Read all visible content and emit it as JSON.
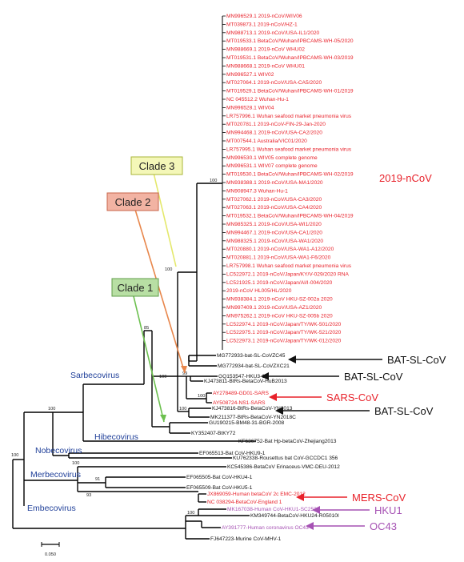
{
  "colors": {
    "ncov": "#e8212a",
    "bat": "#111111",
    "sars": "#e8212a",
    "mers": "#e8212a",
    "hku1": "#a652b4",
    "oc43": "#a652b4",
    "genus": "#1f3f99",
    "clade3_fill": "#f4f7b8",
    "clade3_border": "#a9b53a",
    "clade3_arrow": "#e4e86b",
    "clade2_fill": "#f2b3a3",
    "clade2_border": "#c8664b",
    "clade2_arrow": "#e8864b",
    "clade1_fill": "#b8dfa4",
    "clade1_border": "#5f9c48",
    "clade1_arrow": "#6cc04f"
  },
  "clades": {
    "clade3": "Clade 3",
    "clade2": "Clade 2",
    "clade1": "Clade 1"
  },
  "group_labels": {
    "ncov": "2019-nCoV",
    "bat1": "BAT-SL-CoV",
    "bat2": "BAT-SL-CoV",
    "sars": "SARS-CoV",
    "bat3": "BAT-SL-CoV",
    "mers": "MERS-CoV",
    "hku1": "HKU1",
    "oc43": "OC43"
  },
  "genus_labels": {
    "sarbecovirus": "Sarbecovirus",
    "hibecovirus": "Hibecovirus",
    "nobecovirus": "Nobecovirus",
    "merbecovirus": "Merbecovirus",
    "embecovirus": "Embecovirus"
  },
  "bootstrap": {
    "ncov": "100",
    "clade3": "100",
    "n85": "85",
    "n100a": "100",
    "n99": "99",
    "n100b": "100",
    "n100c": "100",
    "n100d": "100",
    "root": "100",
    "merb": "100",
    "n91": "91",
    "n93": "93",
    "n100e": "100"
  },
  "scale_bar": "0.050",
  "leaves_ncov": [
    "MN996529.1 2019-nCoV/WIV06",
    "MT039873.1 2019-nCoV/HZ-1",
    "MN988713.1 2019-nCoV/USA-IL1/2020",
    "MT019533.1 BetaCoV/Wuhan/IPBCAMS-WH-05/2020",
    "MN988669.1 2019-nCoV WHU02",
    "MT019531.1 BetaCoV/Wuhan/IPBCAMS-WH-03/2019",
    "MN988668.1 2019-nCoV WHU01",
    "MN996527.1 WIV02",
    "MT027064.1 2019-nCoV/USA-CA5/2020",
    "MT019529.1 BetaCoV/Wuhan/IPBCAMS-WH-01/2019",
    "NC 045512.2 Wuhan-Hu-1",
    "MN996528.1 WIV04",
    "LR757996.1 Wuhan seafood market pneumonia virus",
    "MT020781.1 2019-nCoV-FIN-29-Jan-2020",
    "MN994468.1 2019-nCoV/USA-CA2/2020",
    "MT007544.1 Australia/VIC01/2020",
    "LR757995.1 Wuhan seafood market pneumonia virus",
    "MN996530.1 WIV05 complete genome",
    "MN996531.1 WIV07 complete genome",
    "MT019530.1 BetaCoV/Wuhan/IPBCAMS-WH-02/2019",
    "MN938388.1 2019-nCoV/USA-MA1/2020",
    "MN908947.3 Wuhan-Hu-1",
    "MT027062.1 2019-nCoV/USA-CA3/2020",
    "MT027063.1 2019-nCoV/USA-CA4/2020",
    "MT019532.1 BetaCoV/Wuhan/IPBCAMS-WH-04/2019",
    "MN985325.1 2019-nCoV/USA-WI1/2020",
    "MN994467.1 2019-nCoV/USA-CA1/2020",
    "MN988325.1 2019-nCoV/USA-WA1/2020",
    "MT020880.1 2019-nCoV/USA-WA1-A12/2020",
    "MT020881.1 2019-nCoV/USA-WA1-F6/2020",
    "LR757998.1 Wuhan seafood market pneumonia virus",
    "LC522972.1 2019-nCoV/Japan/KY/V-029/2020 RNA",
    "LC521925.1 2019-nCoV/Japan/AI/I-004/2020",
    "2019-nCoV HL005/HL/2020",
    "MN938384.1 2019-nCoV HKU-SZ-002a 2020",
    "MN997409.1 2019-nCoV/USA-AZ1/2020",
    "MN975262.1 2019-nCoV HKU-SZ-005b 2020",
    "LC522974.1 2019-nCoV/Japan/TY/WK-501/2020",
    "LC522975.1 2019-nCoV/Japan/TY/WK-521/2020",
    "LC522973.1 2019-nCoV/Japan/TY/WK-012/2020"
  ],
  "leaves_other": [
    {
      "text": "MG772933-bat-SL-CoVZC45",
      "group": "bat"
    },
    {
      "text": "MG772934-bat-SL-CoVZXC21",
      "group": "bat"
    },
    {
      "text": "GQ153547-HKU3-12",
      "group": "bat"
    },
    {
      "text": "KJ473811-BtRs-BetaCoV-HuB2013",
      "group": "bat"
    },
    {
      "text": "AY278489-GD01-SARS",
      "group": "sars"
    },
    {
      "text": "AY508724-NS1-SARS",
      "group": "sars"
    },
    {
      "text": "KJ473816-BtRs-BetaCoV-YN2013",
      "group": "bat"
    },
    {
      "text": "MK211377-BtRs-BetaCoV-YN2018C",
      "group": "bat"
    },
    {
      "text": "GU190215-BM48-31-BGR-2008",
      "group": "bat"
    },
    {
      "text": "KY352407-BtKY72",
      "group": "bat"
    },
    {
      "text": "KF636752-Bat Hp-betaCoV-Zhejiang2013",
      "group": "bat"
    },
    {
      "text": "EF065513-Bat CoV-HKU9-1",
      "group": "bat"
    },
    {
      "text": "KU762338-Rousettus bat CoV-GCCDC1 356",
      "group": "bat"
    },
    {
      "text": "KC545386-BetaCoV Erinaceus-VMC-DEU-2012",
      "group": "bat"
    },
    {
      "text": "EF065505-Bat CoV-HKU4-1",
      "group": "bat"
    },
    {
      "text": "EF065509-Bat CoV-HKU5-1",
      "group": "bat"
    },
    {
      "text": "JX869059-Human betaCoV 2c EMC-2012",
      "group": "mers"
    },
    {
      "text": "NC 038294-BetaCoV-England 1",
      "group": "mers"
    },
    {
      "text": "MK167038-Human CoV-HKU1-SC2521",
      "group": "hku1"
    },
    {
      "text": "KM349744-BetaCoV-HKU24-R05010I",
      "group": "bat"
    },
    {
      "text": "AY391777-Human coronavirus OC43",
      "group": "oc43"
    },
    {
      "text": "FJ647223-Murine CoV-MHV-1",
      "group": "bat"
    }
  ]
}
